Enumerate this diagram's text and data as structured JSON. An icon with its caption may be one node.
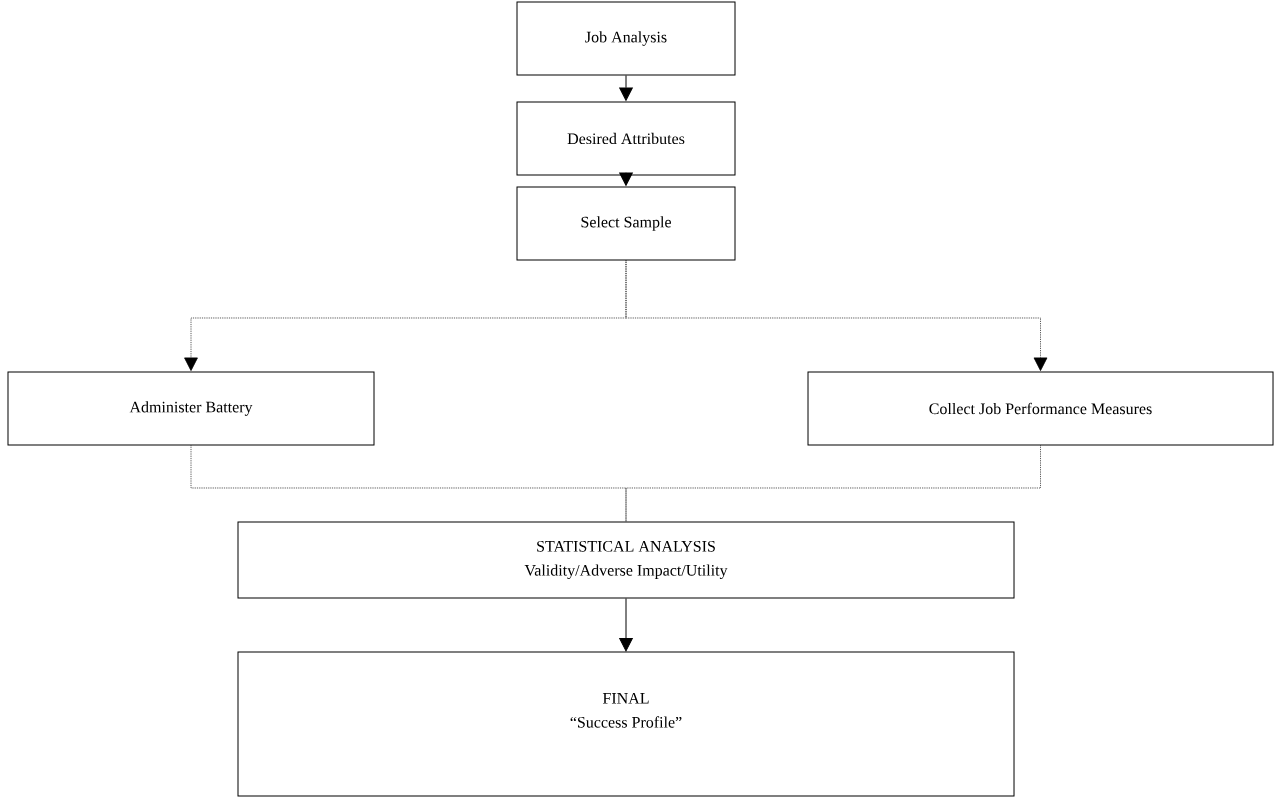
{
  "diagram": {
    "nodes": [
      {
        "text": [
          "Job Analysis"
        ]
      },
      {
        "text": [
          "Desired Attributes"
        ]
      },
      {
        "text": [
          "Select Sample"
        ]
      },
      {
        "text": [
          "Administer Battery"
        ]
      },
      {
        "text": [
          "Collect Job Performance Measures"
        ]
      },
      {
        "text": [
          "STATISTICAL ANALYSIS",
          "Validity/Adverse Impact/Utility"
        ]
      },
      {
        "text": [
          "FINAL",
          "“Success Profile”"
        ]
      }
    ],
    "edges": [
      {
        "from": 0,
        "to": 1,
        "arrow": "to"
      },
      {
        "from": 1,
        "to": 2,
        "arrow": "to"
      },
      {
        "from": 2,
        "to": 3,
        "arrow": "to",
        "style": "dashed"
      },
      {
        "from": 2,
        "to": 4,
        "arrow": "to",
        "style": "dashed"
      },
      {
        "from": 3,
        "to": 5,
        "arrow": "none",
        "style": "dashed"
      },
      {
        "from": 4,
        "to": 5,
        "arrow": "none",
        "style": "dashed"
      },
      {
        "from": 5,
        "to": 6,
        "arrow": "to"
      }
    ]
  }
}
